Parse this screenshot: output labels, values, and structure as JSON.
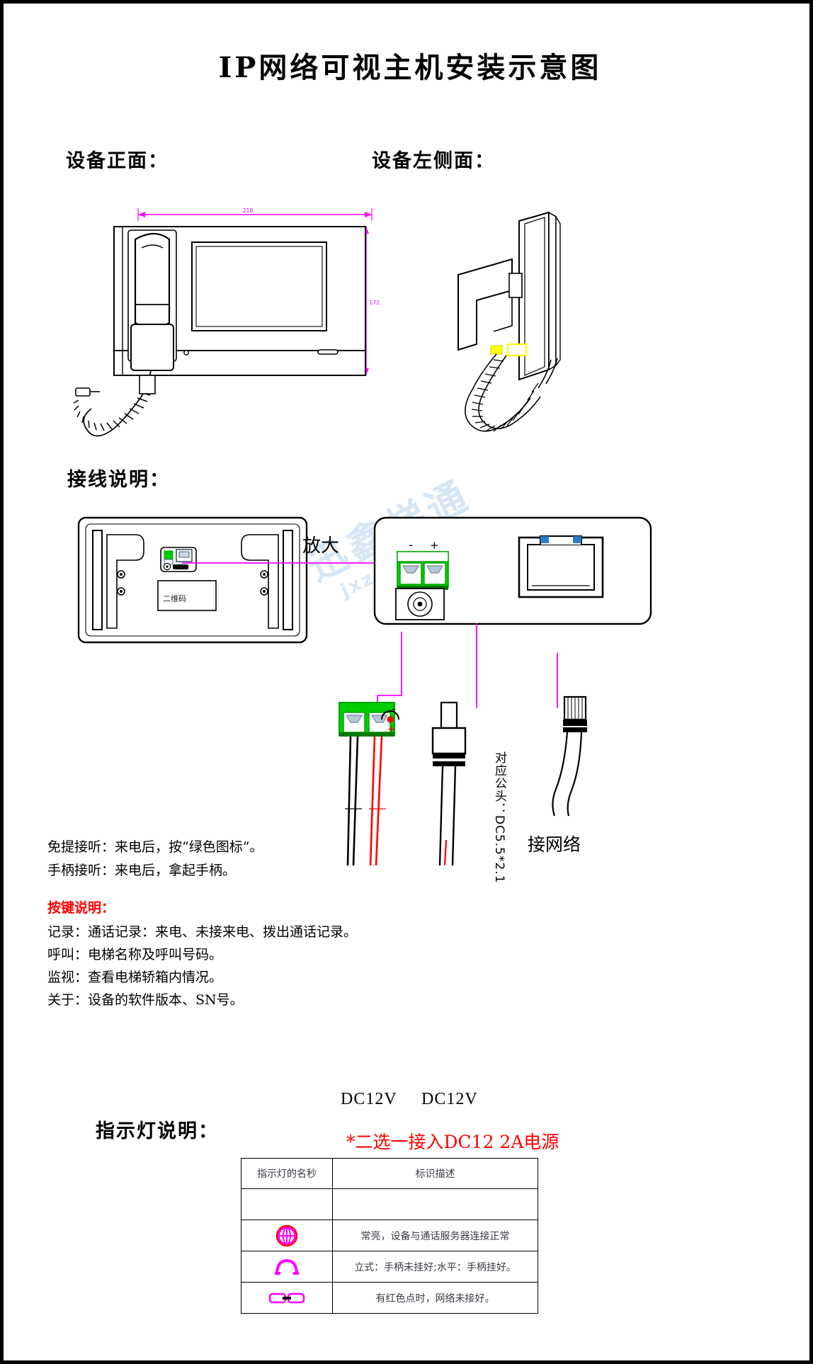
{
  "document": {
    "title": "IP网络可视主机安装示意图"
  },
  "sections": {
    "front_view_label": "设备正面：",
    "left_side_label": "设备左侧面：",
    "wiring_label": "接线说明：",
    "indicator_label": "指示灯说明："
  },
  "callouts": {
    "zoom_label": "放大",
    "qr_label": "二维码",
    "network_label": "接网络",
    "dc_jack_spec": "对应公头：DC5.5*2.1",
    "dc_left_label": "DC12V",
    "dc_right_label": "DC12V",
    "power_note": "*二选一接入DC12 2A电源",
    "terminal_minus": "-",
    "terminal_plus": "+",
    "polarity_minus": "-",
    "polarity_plus": "+"
  },
  "instructions": {
    "answer_lines": [
      "免提接听：来电后，按“绿色图标”。",
      "手柄接听：来电后，拿起手柄。"
    ],
    "keys_heading": "按键说明：",
    "key_lines": [
      "记录：通话记录：来电、未接来电、拨出通话记录。",
      "呼叫：电梯名称及呼叫号码。",
      "监视：查看电梯轿箱内情况。",
      "关于：设备的软件版本、SN号。"
    ]
  },
  "indicator_table": {
    "headers": [
      "指示灯的名秒",
      "标识描述"
    ],
    "rows": [
      {
        "icon": "blank",
        "desc": ""
      },
      {
        "icon": "globe-icon",
        "desc": "常亮，设备与通话服务器连接正常"
      },
      {
        "icon": "handset-icon",
        "desc": "立式：手柄未挂好;水平：手柄挂好。"
      },
      {
        "icon": "network-link-icon",
        "desc": "有红色点时，网络未接好。"
      }
    ]
  },
  "watermark": {
    "text": "迅鑫梯通",
    "sub": "jxzdia.cn"
  },
  "colors": {
    "outline": "#000000",
    "dimension": "#ff00ff",
    "accent_red": "#ff0000",
    "terminal_green": "#00cc00",
    "watermark": "#cfe2f3"
  }
}
